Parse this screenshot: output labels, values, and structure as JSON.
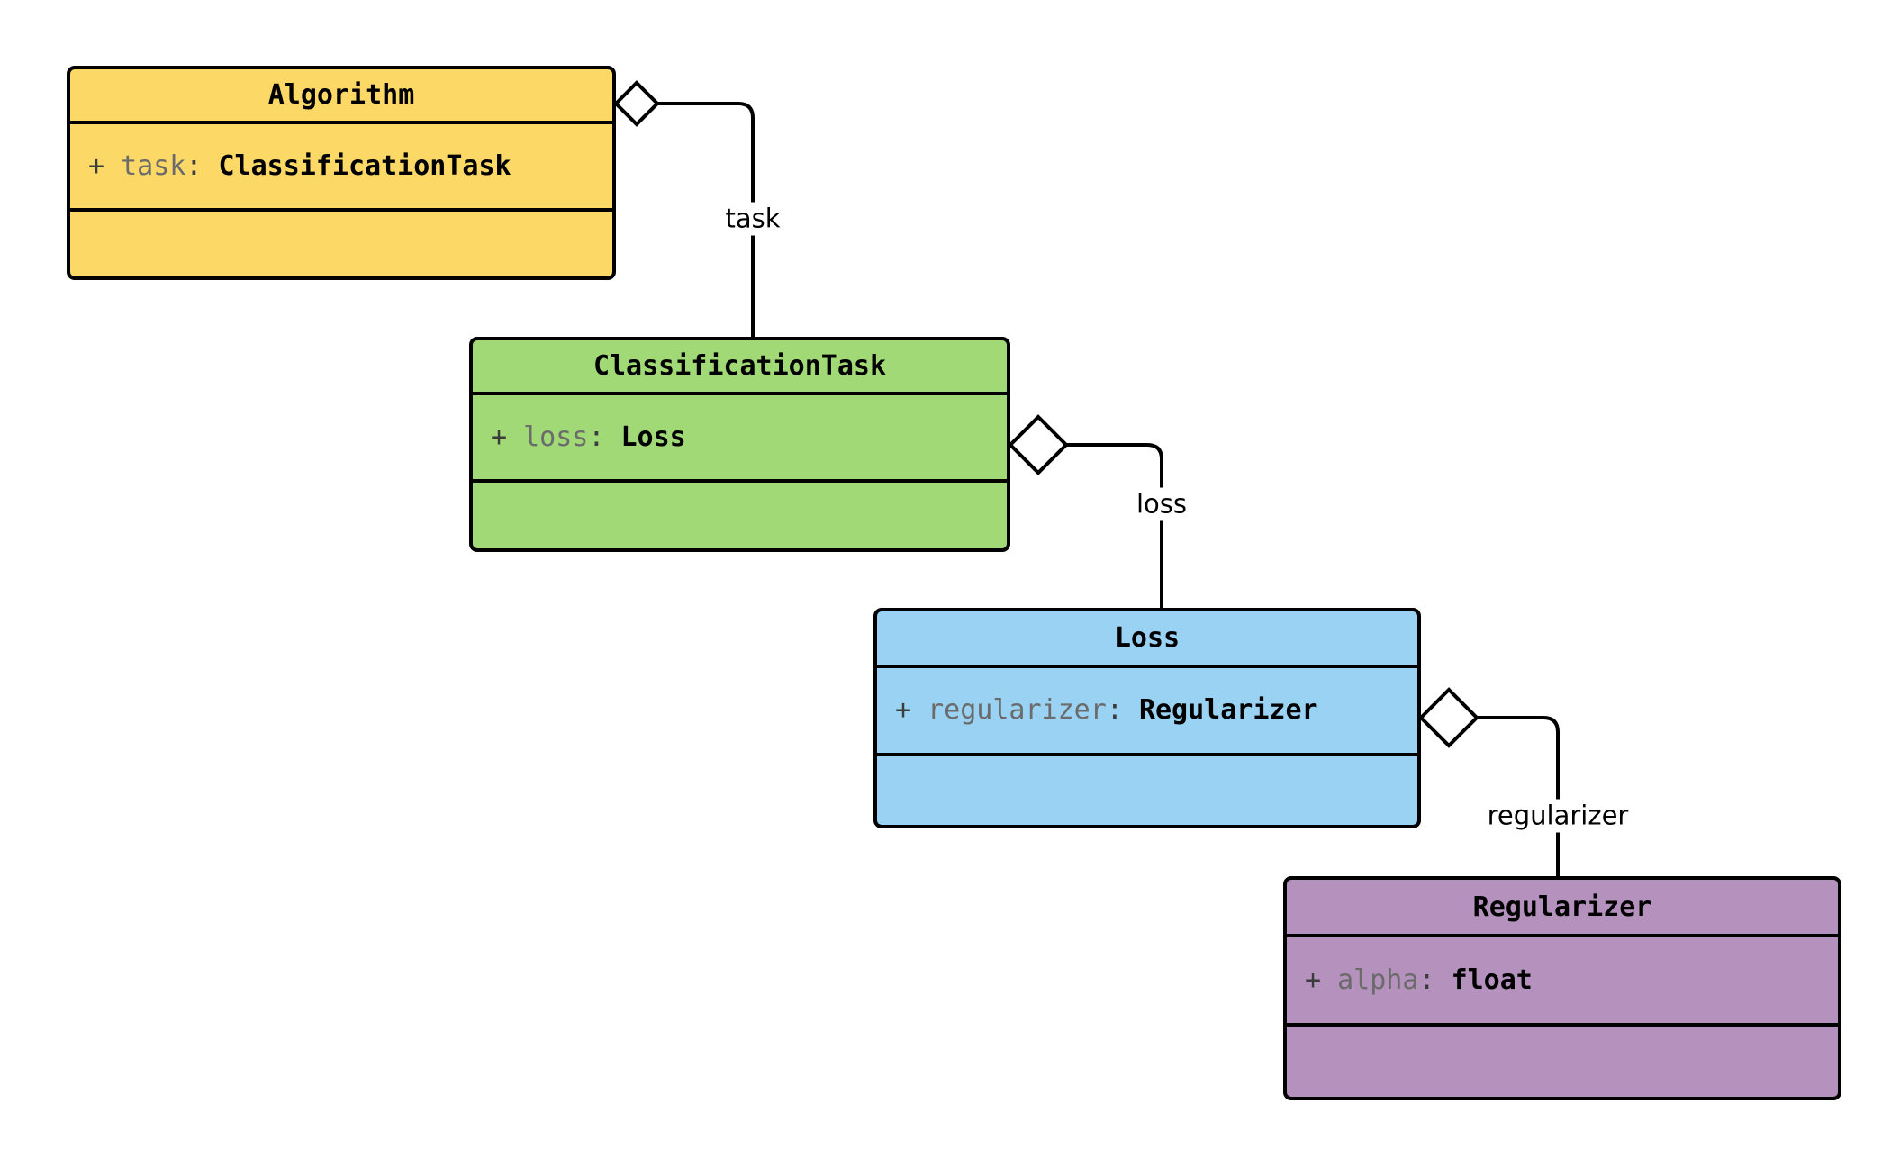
{
  "diagram": {
    "kind": "uml-class-diagram",
    "relationship_type": "aggregation",
    "background_color": "#FFFFFF",
    "border_color": "#000000"
  },
  "classes": [
    {
      "id": "algorithm",
      "name": "Algorithm",
      "fill_color": "#FCD966",
      "attributes": [
        {
          "visibility": "+",
          "name": "task",
          "separator": ":",
          "type": "ClassificationTask"
        }
      ],
      "methods": []
    },
    {
      "id": "classificationtask",
      "name": "ClassificationTask",
      "fill_color": "#A1D977",
      "attributes": [
        {
          "visibility": "+",
          "name": "loss",
          "separator": ":",
          "type": "Loss"
        }
      ],
      "methods": []
    },
    {
      "id": "loss",
      "name": "Loss",
      "fill_color": "#99D2F2",
      "attributes": [
        {
          "visibility": "+",
          "name": "regularizer",
          "separator": ":",
          "type": "Regularizer"
        }
      ],
      "methods": []
    },
    {
      "id": "regularizer",
      "name": "Regularizer",
      "fill_color": "#B492BD",
      "attributes": [
        {
          "visibility": "+",
          "name": "alpha",
          "separator": ":",
          "type": "float"
        }
      ],
      "methods": []
    }
  ],
  "edges": [
    {
      "id": "task",
      "from": "Algorithm",
      "to": "ClassificationTask",
      "label": "task",
      "marker": "open-diamond"
    },
    {
      "id": "loss",
      "from": "ClassificationTask",
      "to": "Loss",
      "label": "loss",
      "marker": "open-diamond"
    },
    {
      "id": "regularizer",
      "from": "Loss",
      "to": "Regularizer",
      "label": "regularizer",
      "marker": "open-diamond"
    }
  ]
}
